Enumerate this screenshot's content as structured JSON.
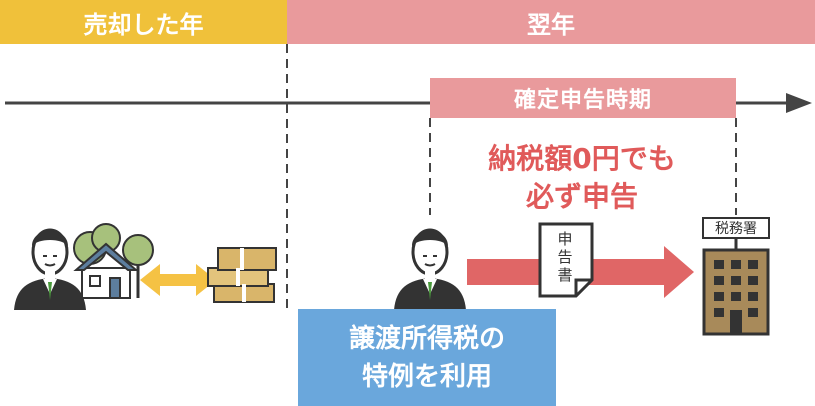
{
  "header": {
    "sold_year": "売却した年",
    "next_year": "翌年"
  },
  "filing_period": "確定申告時期",
  "zero_tax_note": {
    "line1": "納税額0円でも",
    "line2": "必ず申告"
  },
  "special_rule": {
    "line1": "譲渡所得税の",
    "line2": "特例を利用"
  },
  "document": {
    "chars": [
      "申",
      "告",
      "書"
    ]
  },
  "tax_office": {
    "sign": "税務署"
  },
  "colors": {
    "sold_year_bar": "#f0c13a",
    "next_year_bar": "#e99a9c",
    "filing_box": "#e99a9c",
    "note_text": "#e05a5a",
    "special_box": "#6aa7dc",
    "arrow_red": "#e06666",
    "exchange_arrow": "#f5c244",
    "building": "#a88a5a"
  }
}
